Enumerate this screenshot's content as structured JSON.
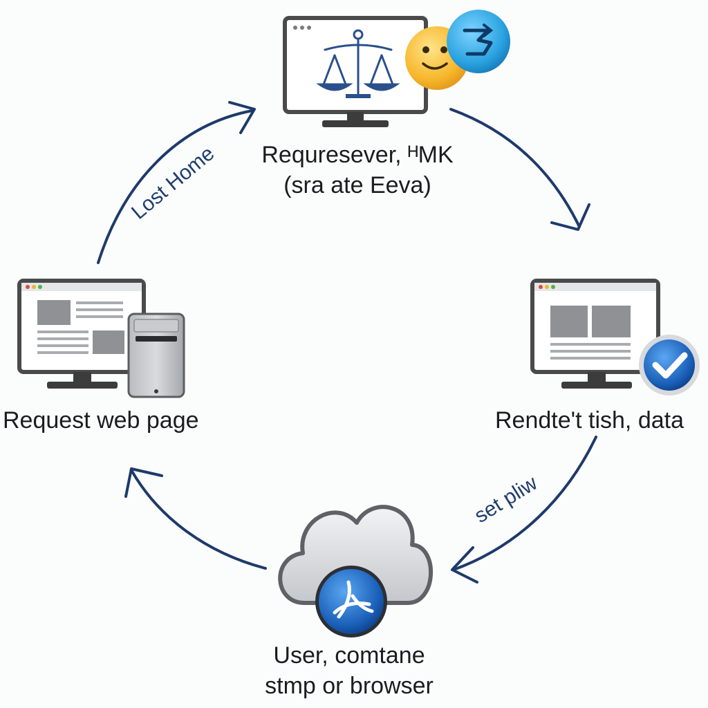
{
  "nodes": {
    "top": {
      "line1": "Requresever, ᴴMK",
      "line2": "(sra ate Eeva)",
      "icons": [
        "monitor-icon",
        "scales-of-justice-icon",
        "smiley-face-icon",
        "blue-sync-badge-icon"
      ]
    },
    "left": {
      "label": "Request web page",
      "icons": [
        "monitor-icon",
        "web-page-layout-icon",
        "server-tower-icon"
      ]
    },
    "right": {
      "label": "Rendte't tish, data",
      "icons": [
        "monitor-icon",
        "web-page-layout-icon",
        "checkmark-badge-icon"
      ]
    },
    "bottom": {
      "line1": "User, comtane",
      "line2": "stmp or browser",
      "icons": [
        "cloud-icon",
        "blue-globe-badge-icon"
      ]
    }
  },
  "edges": {
    "left_to_top": "Lost Home",
    "right_to_bottom": "set pliw"
  },
  "colors": {
    "arrow": "#1e3a6b",
    "accent_blue": "#1a6fc7",
    "smiley": "#f5b52e",
    "badge_cyan": "#2aa3e0",
    "monitor_frame": "#4a4a4a",
    "cloud": "#d7d9dc"
  }
}
